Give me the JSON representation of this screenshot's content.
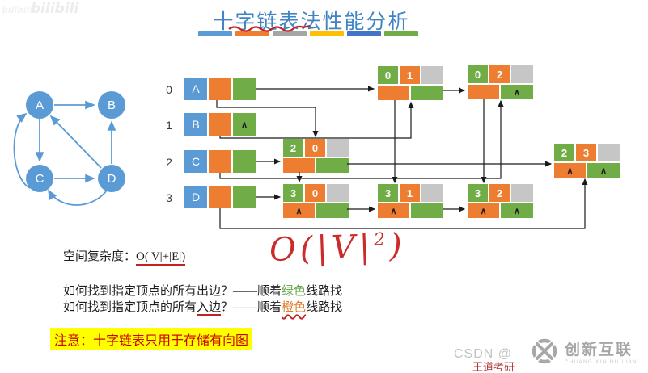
{
  "title": "十字链表法性能分析",
  "watermarks": {
    "top_left": "bilibili",
    "csdn": "CSDN @",
    "csdn_red": "王道考研",
    "logo_name": "创新互联",
    "logo_caption": "CHUANG XIN HU LIAN"
  },
  "colors": {
    "vertex_blue": "#5b9bd5",
    "arc_orange": "#ed7d31",
    "arc_green": "#70ad47",
    "arc_gray": "#c6c6c6",
    "title_blue": "#4184c4",
    "pen_red": "#c32222",
    "note_bg": "#ffff00",
    "bar_colors": [
      "#5b9bd5",
      "#ed7d31",
      "#a5a5a5",
      "#ffc000",
      "#4472c4",
      "#70ad47"
    ]
  },
  "symbols": {
    "null_ptr": "∧"
  },
  "graph": {
    "nodes": [
      {
        "label": "A"
      },
      {
        "label": "B"
      },
      {
        "label": "C"
      },
      {
        "label": "D"
      }
    ],
    "edges": [
      {
        "from": "A",
        "to": "B"
      },
      {
        "from": "A",
        "to": "C"
      },
      {
        "from": "C",
        "to": "A"
      },
      {
        "from": "C",
        "to": "D"
      },
      {
        "from": "D",
        "to": "A"
      },
      {
        "from": "D",
        "to": "B"
      },
      {
        "from": "D",
        "to": "C"
      }
    ]
  },
  "vertices": [
    {
      "index": "0",
      "name": "A"
    },
    {
      "index": "1",
      "name": "B"
    },
    {
      "index": "2",
      "name": "C"
    },
    {
      "index": "3",
      "name": "D"
    }
  ],
  "arcs": {
    "a01": {
      "tail": "0",
      "head": "1"
    },
    "a02": {
      "tail": "0",
      "head": "2"
    },
    "a20": {
      "tail": "2",
      "head": "0"
    },
    "a23": {
      "tail": "2",
      "head": "3"
    },
    "a30": {
      "tail": "3",
      "head": "0"
    },
    "a31": {
      "tail": "3",
      "head": "1"
    },
    "a32": {
      "tail": "3",
      "head": "2"
    }
  },
  "analysis": {
    "space_label": "空间复杂度：",
    "space_formula": "O(|V|+|E|)",
    "hand_prefix": "O(|V|",
    "hand_sup": "2",
    "hand_suffix": ")",
    "out_p1": "如何找到指定顶点的所有出边？——顺着",
    "out_word": "绿色",
    "out_p2": "线路找",
    "in_p1": "如何找到指定顶点的所有",
    "in_ul": "入边",
    "in_p2": "？——顺着",
    "in_word": "橙色",
    "in_p3": "线路找",
    "note": "注意：十字链表只用于存储有向图"
  }
}
